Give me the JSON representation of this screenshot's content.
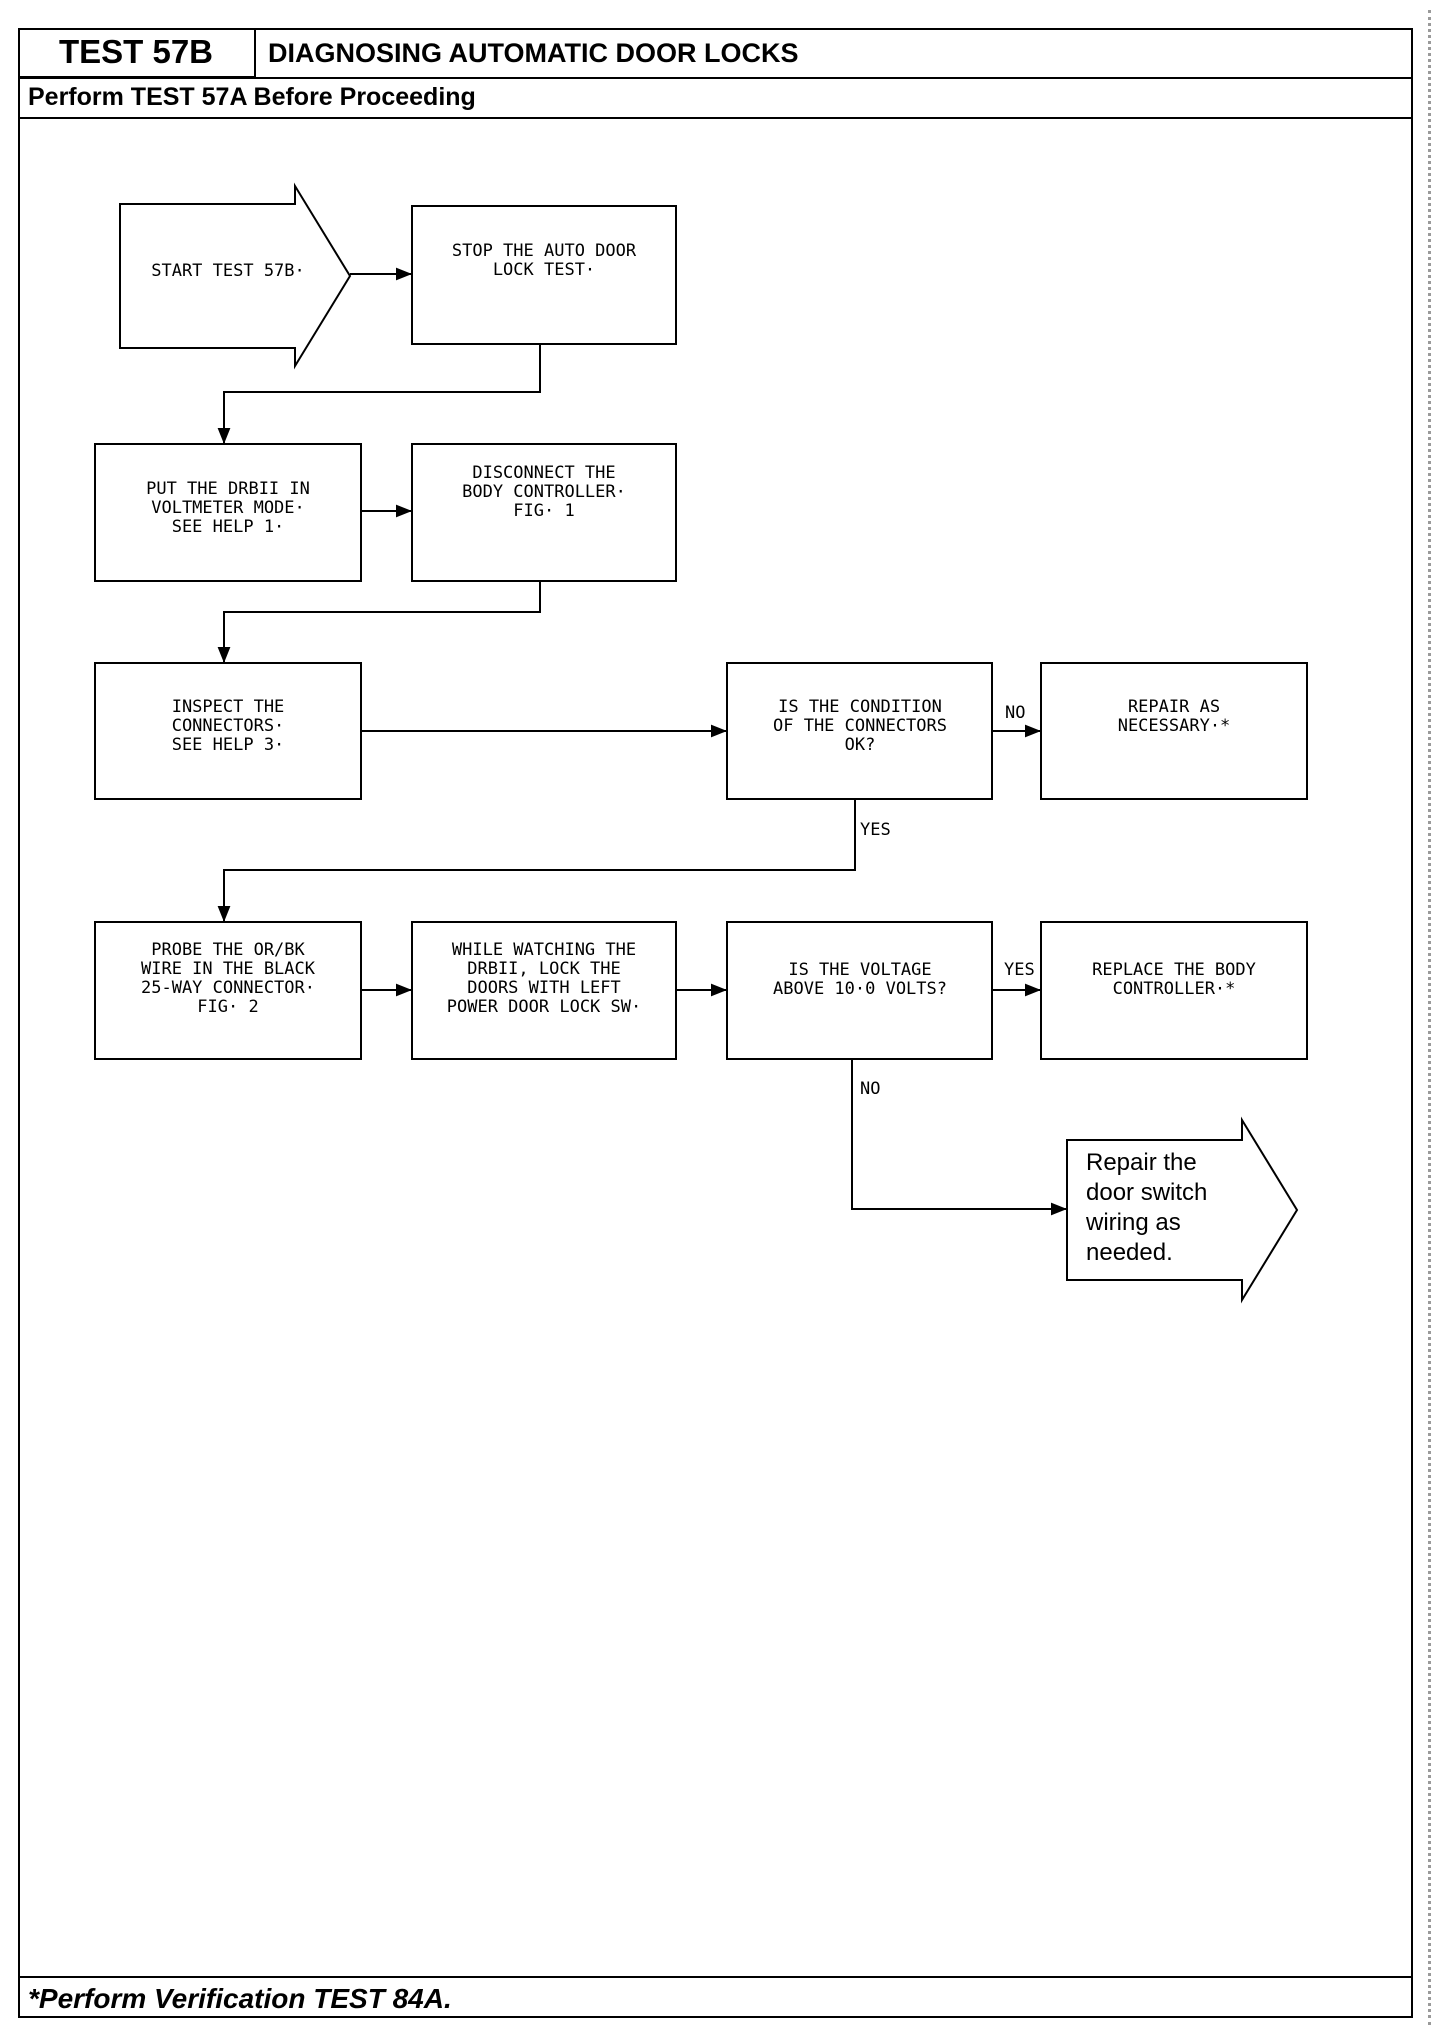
{
  "header": {
    "test_id": "TEST 57B",
    "title": "DIAGNOSING AUTOMATIC DOOR LOCKS",
    "prerequisite": "Perform TEST 57A Before Proceeding"
  },
  "footer": {
    "note": "*Perform Verification TEST 84A."
  },
  "flow": {
    "start": [
      "START TEST 57B·"
    ],
    "stop_test": [
      "STOP THE AUTO DOOR",
      "LOCK TEST·"
    ],
    "voltmeter": [
      "PUT THE DRBII IN",
      "VOLTMETER MODE·",
      "SEE HELP 1·"
    ],
    "disconnect": [
      "DISCONNECT THE",
      "BODY CONTROLLER·",
      "",
      "FIG· 1"
    ],
    "inspect": [
      "INSPECT THE",
      "CONNECTORS·",
      "SEE HELP 3·"
    ],
    "condition_q": [
      "IS THE CONDITION",
      "OF THE CONNECTORS",
      "OK?"
    ],
    "repair": [
      "REPAIR AS",
      "NECESSARY·*"
    ],
    "probe": [
      "PROBE THE OR/BK",
      "WIRE IN THE BLACK",
      "25-WAY CONNECTOR·",
      "",
      "FIG· 2"
    ],
    "lock_doors": [
      "WHILE WATCHING THE",
      "DRBII, LOCK THE",
      "DOORS WITH LEFT",
      "POWER DOOR LOCK SW·"
    ],
    "voltage_q": [
      "IS THE VOLTAGE",
      "ABOVE 10·0 VOLTS?"
    ],
    "replace": [
      "REPLACE THE BODY",
      "CONTROLLER·*"
    ],
    "door_repair": [
      "Repair the",
      "door switch",
      "wiring as",
      "needed."
    ],
    "labels": {
      "cond_no": "NO",
      "cond_yes": "YES",
      "volt_yes": "YES",
      "volt_no": "NO"
    }
  }
}
